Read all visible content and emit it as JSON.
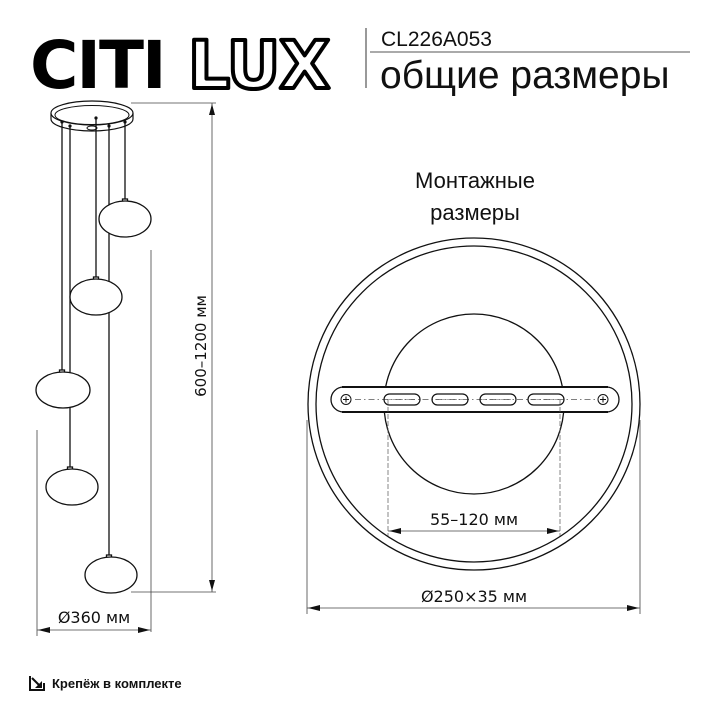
{
  "header": {
    "brand_solid": "CITI",
    "brand_outline": "LUX",
    "model": "CL226A053",
    "subtitle": "общие размеры"
  },
  "side_view": {
    "height_dim": "600–1200 мм",
    "diameter_dim": "Ø360 мм",
    "shade_count": 5
  },
  "mounting_view": {
    "title_line1": "Монтажные",
    "title_line2": "размеры",
    "mount_spacing_dim": "55–120 мм",
    "canopy_dim": "Ø250×35 мм"
  },
  "footer": {
    "icon": "fastener-arrow-icon",
    "label": "Крепёж в комплекте"
  },
  "colors": {
    "line": "#111111",
    "dim_line": "#555555",
    "background": "#ffffff"
  }
}
